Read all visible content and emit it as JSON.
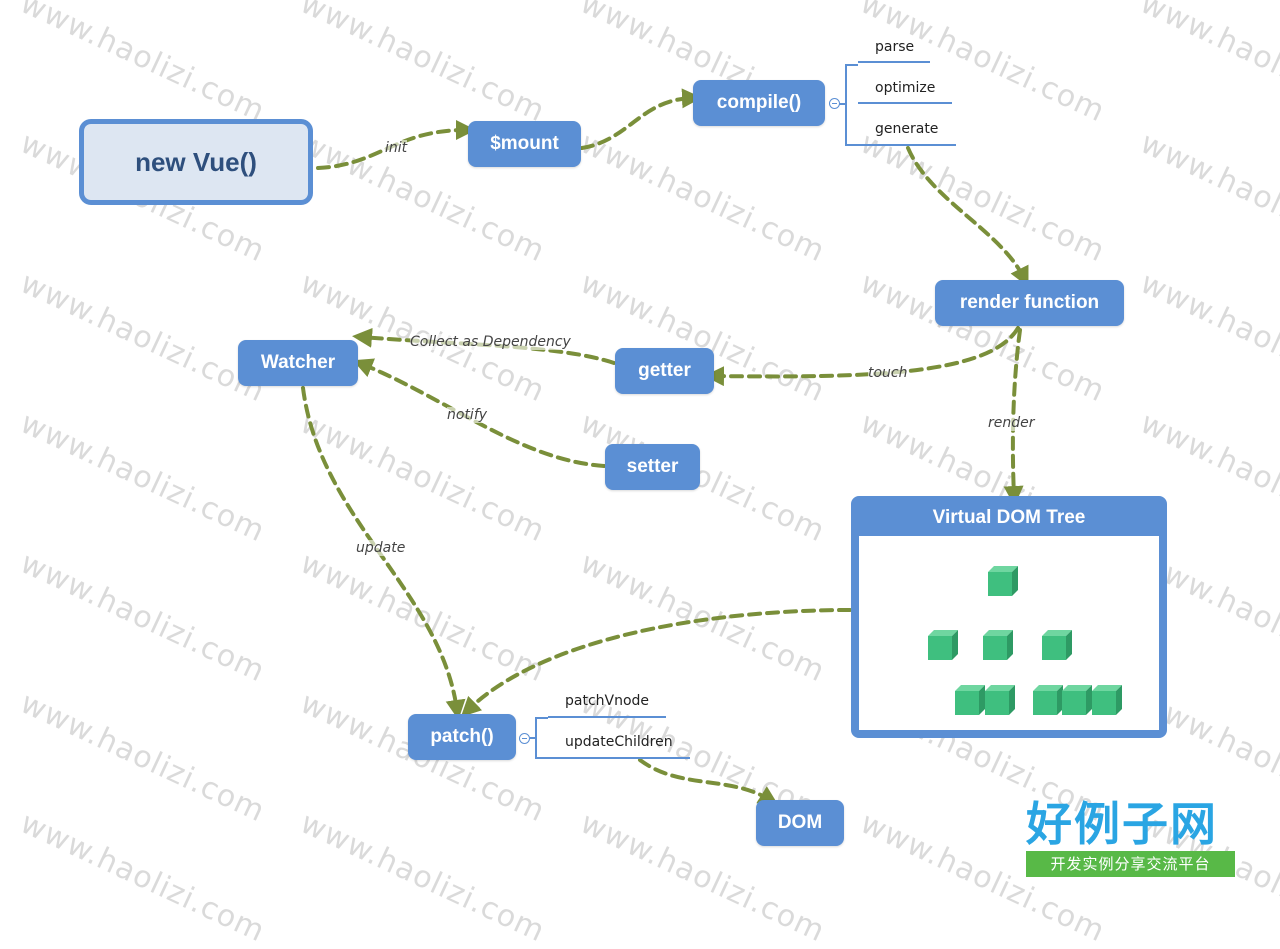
{
  "nodes": {
    "new_vue": "new Vue()",
    "mount": "$mount",
    "compile": "compile()",
    "render_function": "render function",
    "watcher": "Watcher",
    "getter": "getter",
    "setter": "setter",
    "virtual_dom_tree": "Virtual DOM Tree",
    "patch": "patch()",
    "dom": "DOM"
  },
  "compile_steps": [
    "parse",
    "optimize",
    "generate"
  ],
  "patch_steps": [
    "patchVnode",
    "updateChildren"
  ],
  "edge_labels": {
    "init": "init",
    "collect": "Collect as Dependency",
    "touch": "touch",
    "notify": "notify",
    "render": "render",
    "update": "update"
  },
  "watermark": "www.haolizi.com",
  "logo": {
    "main": "好例子网",
    "sub": "开发实例分享交流平台"
  },
  "colors": {
    "node_fill": "#5b8fd4",
    "root_fill": "#dde6f2",
    "arrow": "#7a8f3a",
    "cube": "#3fbf7f",
    "logo_blue": "#2aa5e3",
    "logo_green": "#58b947"
  }
}
